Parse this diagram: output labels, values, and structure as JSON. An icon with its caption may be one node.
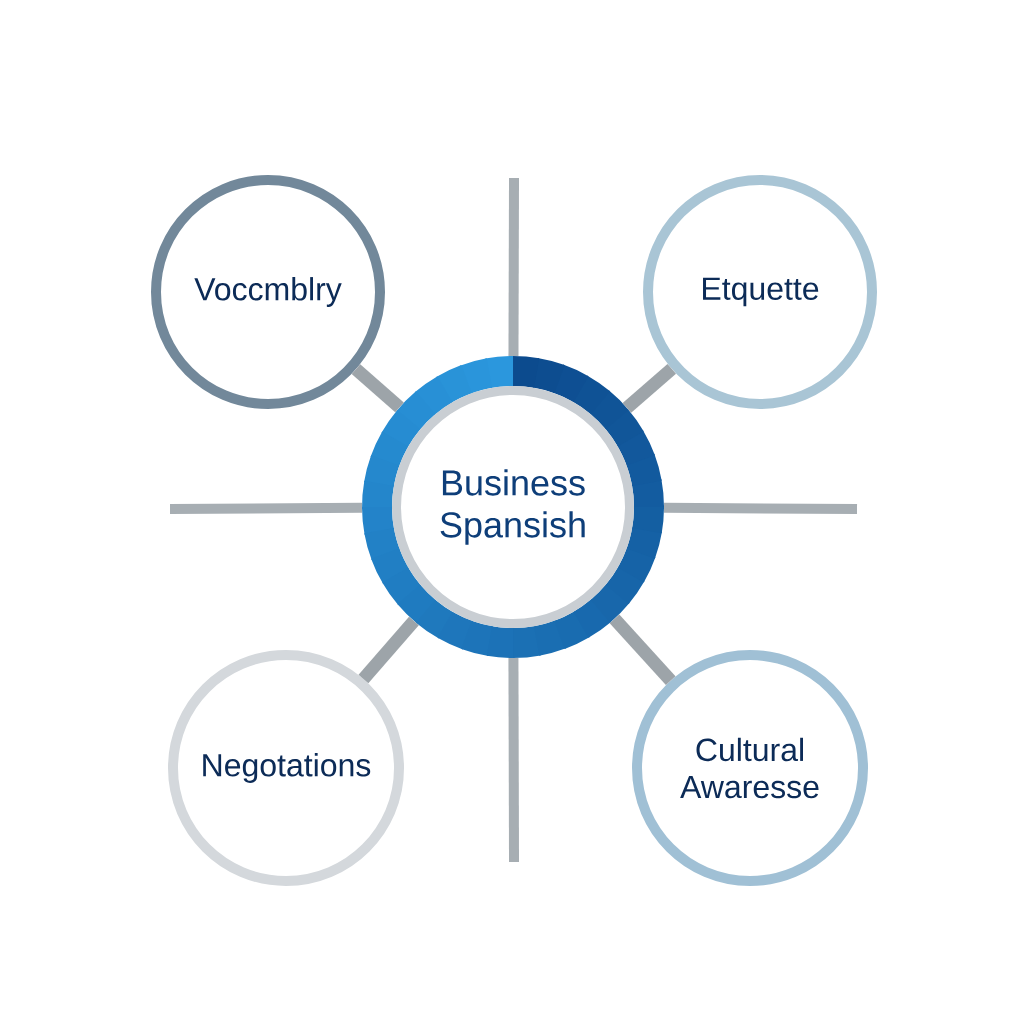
{
  "diagram": {
    "nodes": [
      {
        "text": [
          "Voccmblry"
        ]
      },
      {
        "text": [
          "Etquette"
        ]
      },
      {
        "text": [
          "Business Spansish"
        ]
      },
      {
        "text": [
          "Negotations"
        ]
      },
      {
        "text": [
          "Cultural Awaresse"
        ]
      }
    ],
    "edges": [
      {
        "from": 2,
        "to": 0,
        "arrow": "none"
      },
      {
        "from": 2,
        "to": 1,
        "arrow": "none"
      },
      {
        "from": 2,
        "to": 3,
        "arrow": "none"
      },
      {
        "from": 2,
        "to": 4,
        "arrow": "none"
      },
      {
        "from": 2,
        "to": null,
        "arrow": "none"
      },
      {
        "from": 2,
        "to": null,
        "arrow": "none"
      },
      {
        "from": 2,
        "to": null,
        "arrow": "none"
      },
      {
        "from": 2,
        "to": null,
        "arrow": "none"
      }
    ]
  }
}
